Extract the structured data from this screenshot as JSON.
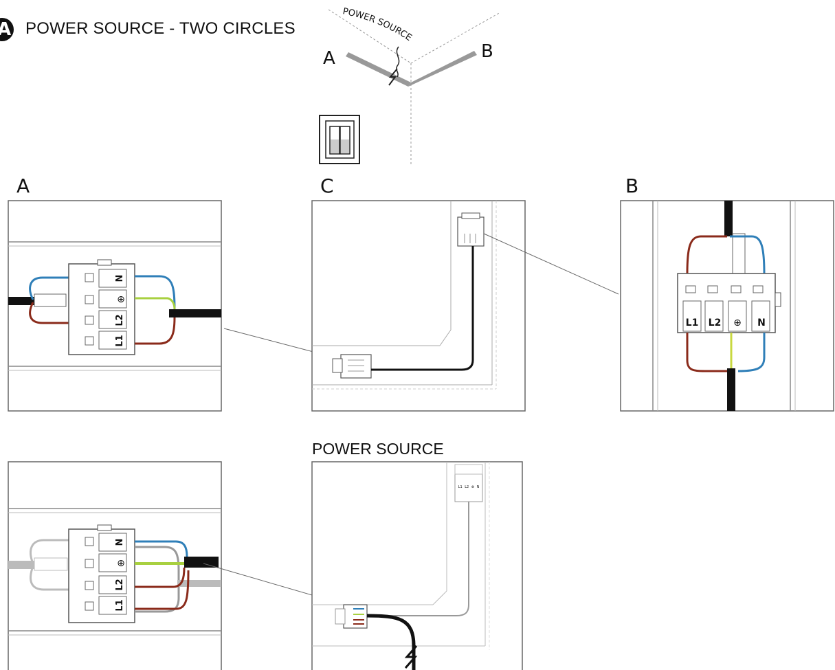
{
  "header": {
    "badge": "A",
    "title": "POWER SOURCE - TWO CIRCLES"
  },
  "overview": {
    "source_label": "POWER SOURCE",
    "side_a": "A",
    "side_b": "B"
  },
  "panels": {
    "a": {
      "label": "A",
      "terminals": [
        "N",
        "⊕",
        "L2",
        "L1"
      ]
    },
    "c": {
      "label": "C"
    },
    "b": {
      "label": "B",
      "terminals": [
        "L1",
        "L2",
        "⊕",
        "N"
      ]
    },
    "d": {
      "terminals": [
        "N",
        "⊕",
        "L2",
        "L1"
      ]
    },
    "e": {
      "label": "POWER SOURCE",
      "terminals": [
        "L1",
        "L2",
        "⊕",
        "N"
      ]
    }
  },
  "colors": {
    "blue_wire": "#2f7fb8",
    "brown_wire": "#8a2a1a",
    "earth_wire": "#a8d040",
    "cable": "#111111",
    "frame": "#555555"
  }
}
